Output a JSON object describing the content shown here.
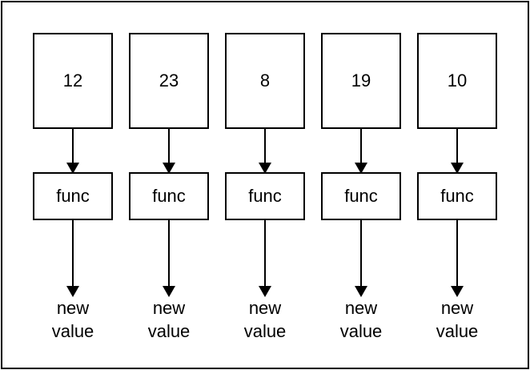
{
  "columns": [
    {
      "value": "12",
      "func": "func",
      "output": [
        "new",
        "value"
      ]
    },
    {
      "value": "23",
      "func": "func",
      "output": [
        "new",
        "value"
      ]
    },
    {
      "value": "8",
      "func": "func",
      "output": [
        "new",
        "value"
      ]
    },
    {
      "value": "19",
      "func": "func",
      "output": [
        "new",
        "value"
      ]
    },
    {
      "value": "10",
      "func": "func",
      "output": [
        "new",
        "value"
      ]
    }
  ]
}
